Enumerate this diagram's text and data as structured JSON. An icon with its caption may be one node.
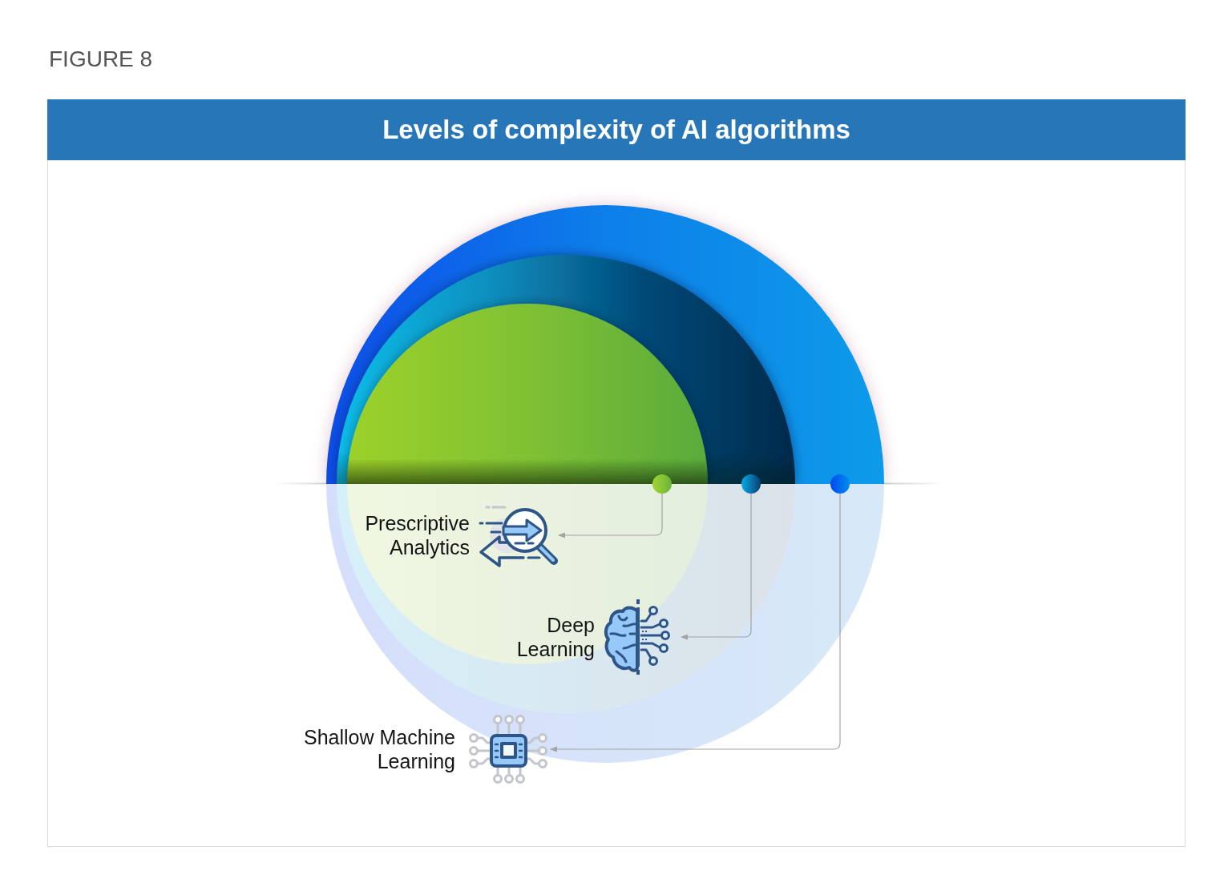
{
  "diagram": {
    "title": "Levels of complexity of AI algorithms",
    "nodes": [
      {
        "text": [],
        "shape": "circle"
      },
      {
        "text": [],
        "shape": "circle",
        "in": 0
      },
      {
        "text": [],
        "shape": "circle",
        "in": 1
      },
      {
        "text": [],
        "shape": "circle"
      },
      {
        "text": [],
        "shape": "circle"
      },
      {
        "text": [],
        "shape": "circle"
      },
      {
        "text": [
          "Prescriptive Analytics"
        ]
      },
      {
        "text": [
          "Deep Learning"
        ]
      },
      {
        "text": [
          "Shallow Machine Learning"
        ]
      }
    ],
    "edges": [
      {
        "from": 3,
        "to": 6,
        "arrow": "to"
      },
      {
        "from": 4,
        "to": 7,
        "arrow": "to"
      },
      {
        "from": 5,
        "to": 8,
        "arrow": "to"
      }
    ],
    "labels": [
      "FIGURE 8"
    ]
  }
}
